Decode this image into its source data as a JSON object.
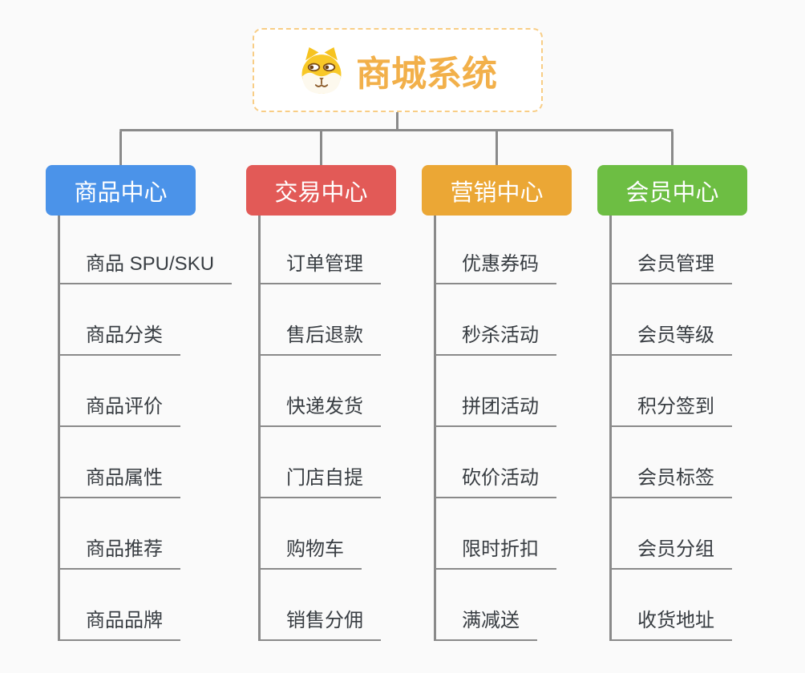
{
  "root": {
    "title": "商城系统",
    "icon": "shiba-dog-icon"
  },
  "branches": [
    {
      "label": "商品中心",
      "color": "#4B93E9",
      "children": [
        "商品 SPU/SKU",
        "商品分类",
        "商品评价",
        "商品属性",
        "商品推荐",
        "商品品牌"
      ]
    },
    {
      "label": "交易中心",
      "color": "#E25A57",
      "children": [
        "订单管理",
        "售后退款",
        "快递发货",
        "门店自提",
        "购物车",
        "销售分佣"
      ]
    },
    {
      "label": "营销中心",
      "color": "#EBA735",
      "children": [
        "优惠券码",
        "秒杀活动",
        "拼团活动",
        "砍价活动",
        "限时折扣",
        "满减送"
      ]
    },
    {
      "label": "会员中心",
      "color": "#6DBE43",
      "children": [
        "会员管理",
        "会员等级",
        "积分签到",
        "会员标签",
        "会员分组",
        "收货地址"
      ]
    }
  ],
  "colors": {
    "background": "#FAFAFA",
    "connector": "#8A8A8A",
    "root_border": "#F8CD85",
    "root_text": "#F2B04A",
    "leaf_text": "#383D42",
    "leaf_underline": "#8A8A8A"
  }
}
